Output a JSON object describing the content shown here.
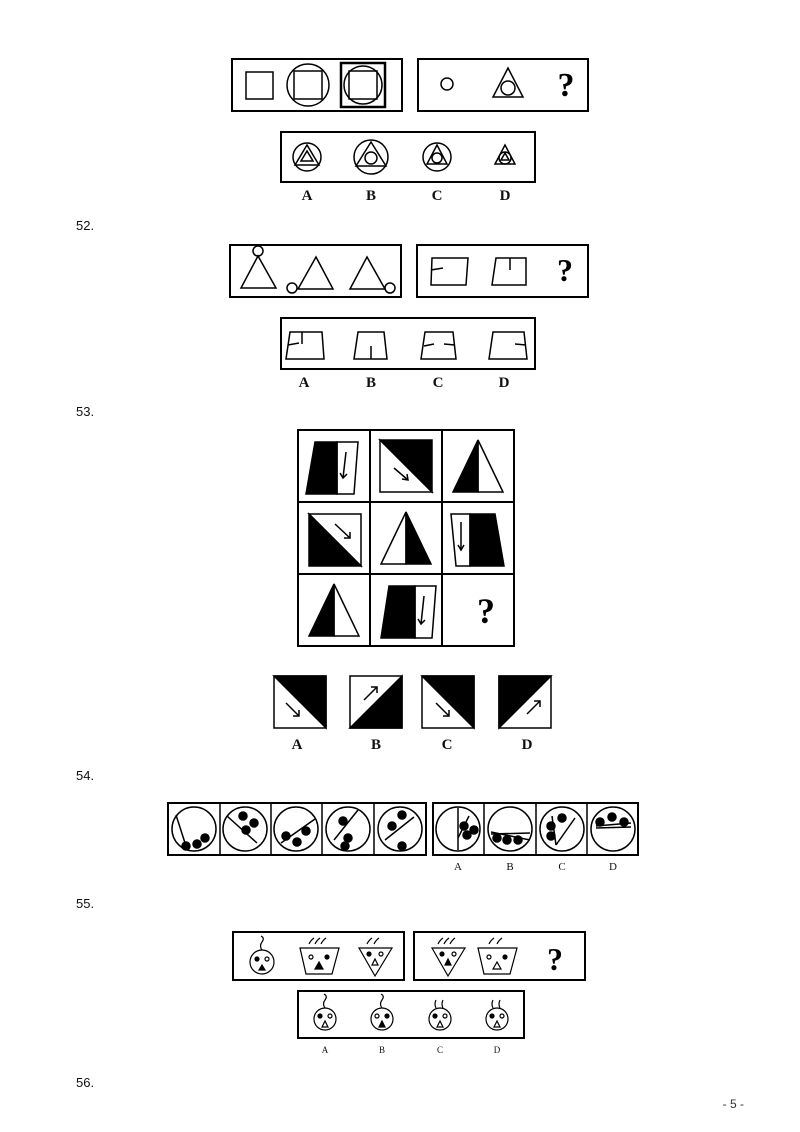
{
  "questions": [
    {
      "number": "52."
    },
    {
      "number": "53."
    },
    {
      "number": "54."
    },
    {
      "number": "55."
    },
    {
      "number": "56."
    }
  ],
  "q51": {
    "labels": [
      "A",
      "B",
      "C",
      "D"
    ],
    "question_mark": "?"
  },
  "q52": {
    "labels": [
      "A",
      "B",
      "C",
      "D"
    ],
    "question_mark": "?"
  },
  "q53": {
    "labels": [
      "A",
      "B",
      "C",
      "D"
    ],
    "question_mark": "?"
  },
  "q54": {
    "labels": [
      "A",
      "B",
      "C",
      "D"
    ]
  },
  "q55": {
    "labels": [
      "A",
      "B",
      "C",
      "D"
    ],
    "question_mark": "?"
  },
  "page": {
    "number": "- 5 -"
  }
}
